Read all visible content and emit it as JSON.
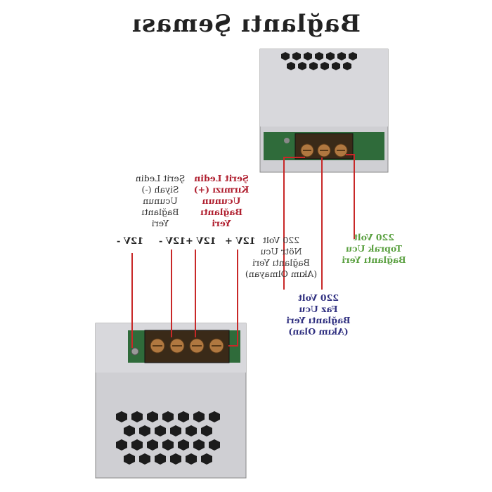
{
  "title": "Bağlantı Şeması",
  "colors": {
    "wire": "#c82828",
    "housing": "#c8c8cc",
    "board": "#2f6b3a",
    "terminal": "#3a2a18",
    "screw": "#b07840"
  },
  "labels": {
    "black_strip": "Şerit Ledin\nSiyah (-)\nUcunun\nBağlantı Yeri",
    "red_strip": "Şerit Ledin\nKırmızı (+)\nUcunun\nBağlantı Yeri",
    "neutral": "220 Volt\nNötr Ucu\nBağlantı Yeri\n(Akım Olmayan)",
    "phase": "220 Volt\nFaz Ucu\nBağlantı Yeri\n(Akım Olan)",
    "ground": "220 Volt\nToprak Ucu\nBağlantı Yeri"
  },
  "terminals": [
    "12V -",
    "12V -",
    "12V +",
    "12V +"
  ]
}
